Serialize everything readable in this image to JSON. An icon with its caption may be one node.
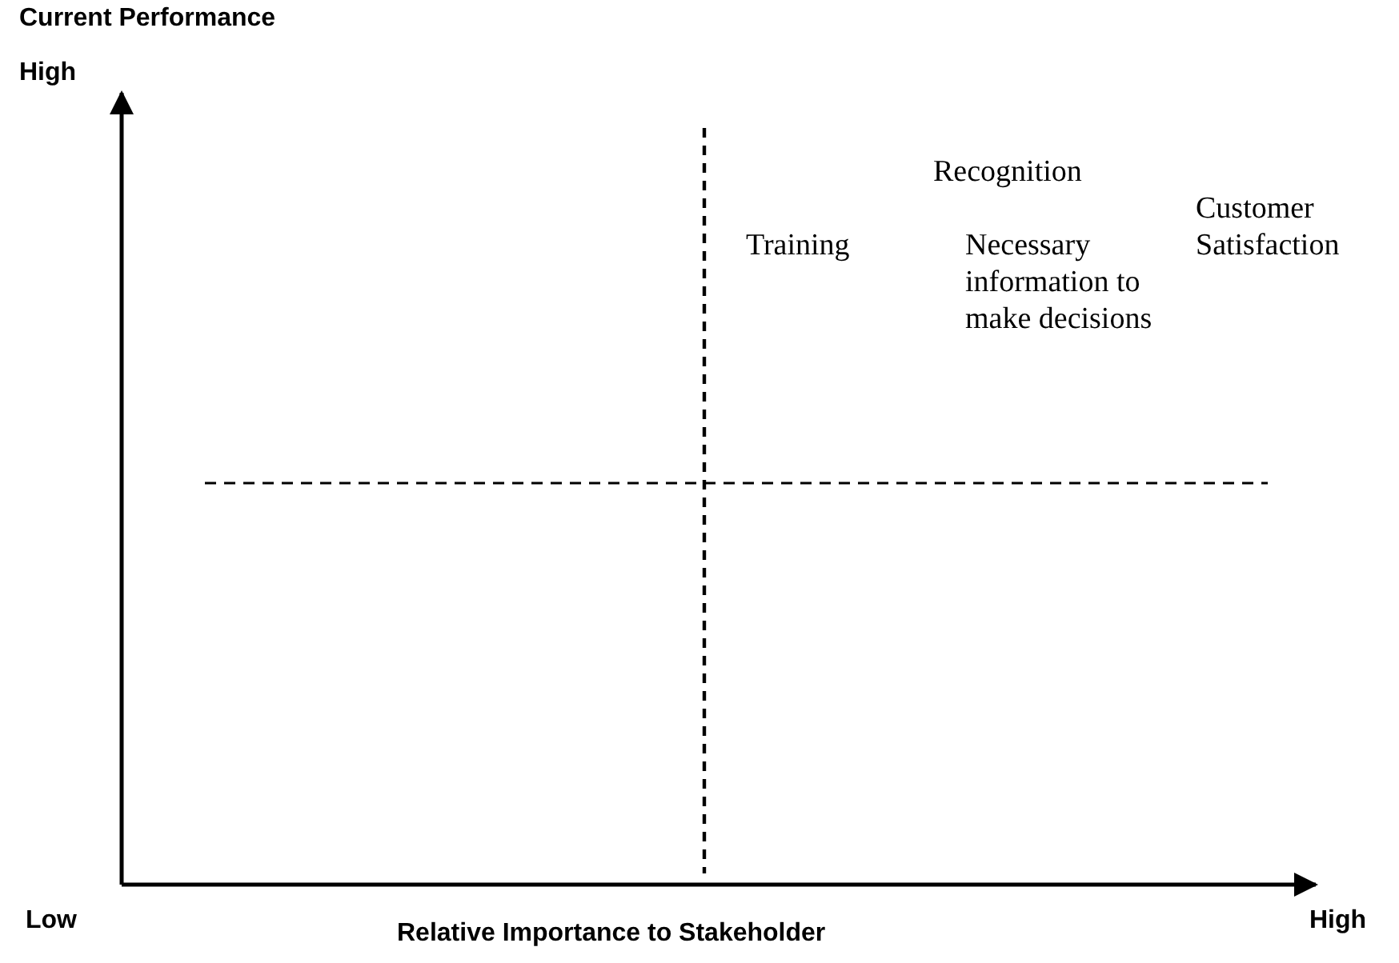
{
  "diagram": {
    "labels": [
      "Current Performance",
      "High",
      "Training",
      "Recognition",
      "Necessary information to make decisions",
      "Customer Satisfaction",
      "Low",
      "Relative Importance to Stakeholder",
      "High"
    ]
  }
}
